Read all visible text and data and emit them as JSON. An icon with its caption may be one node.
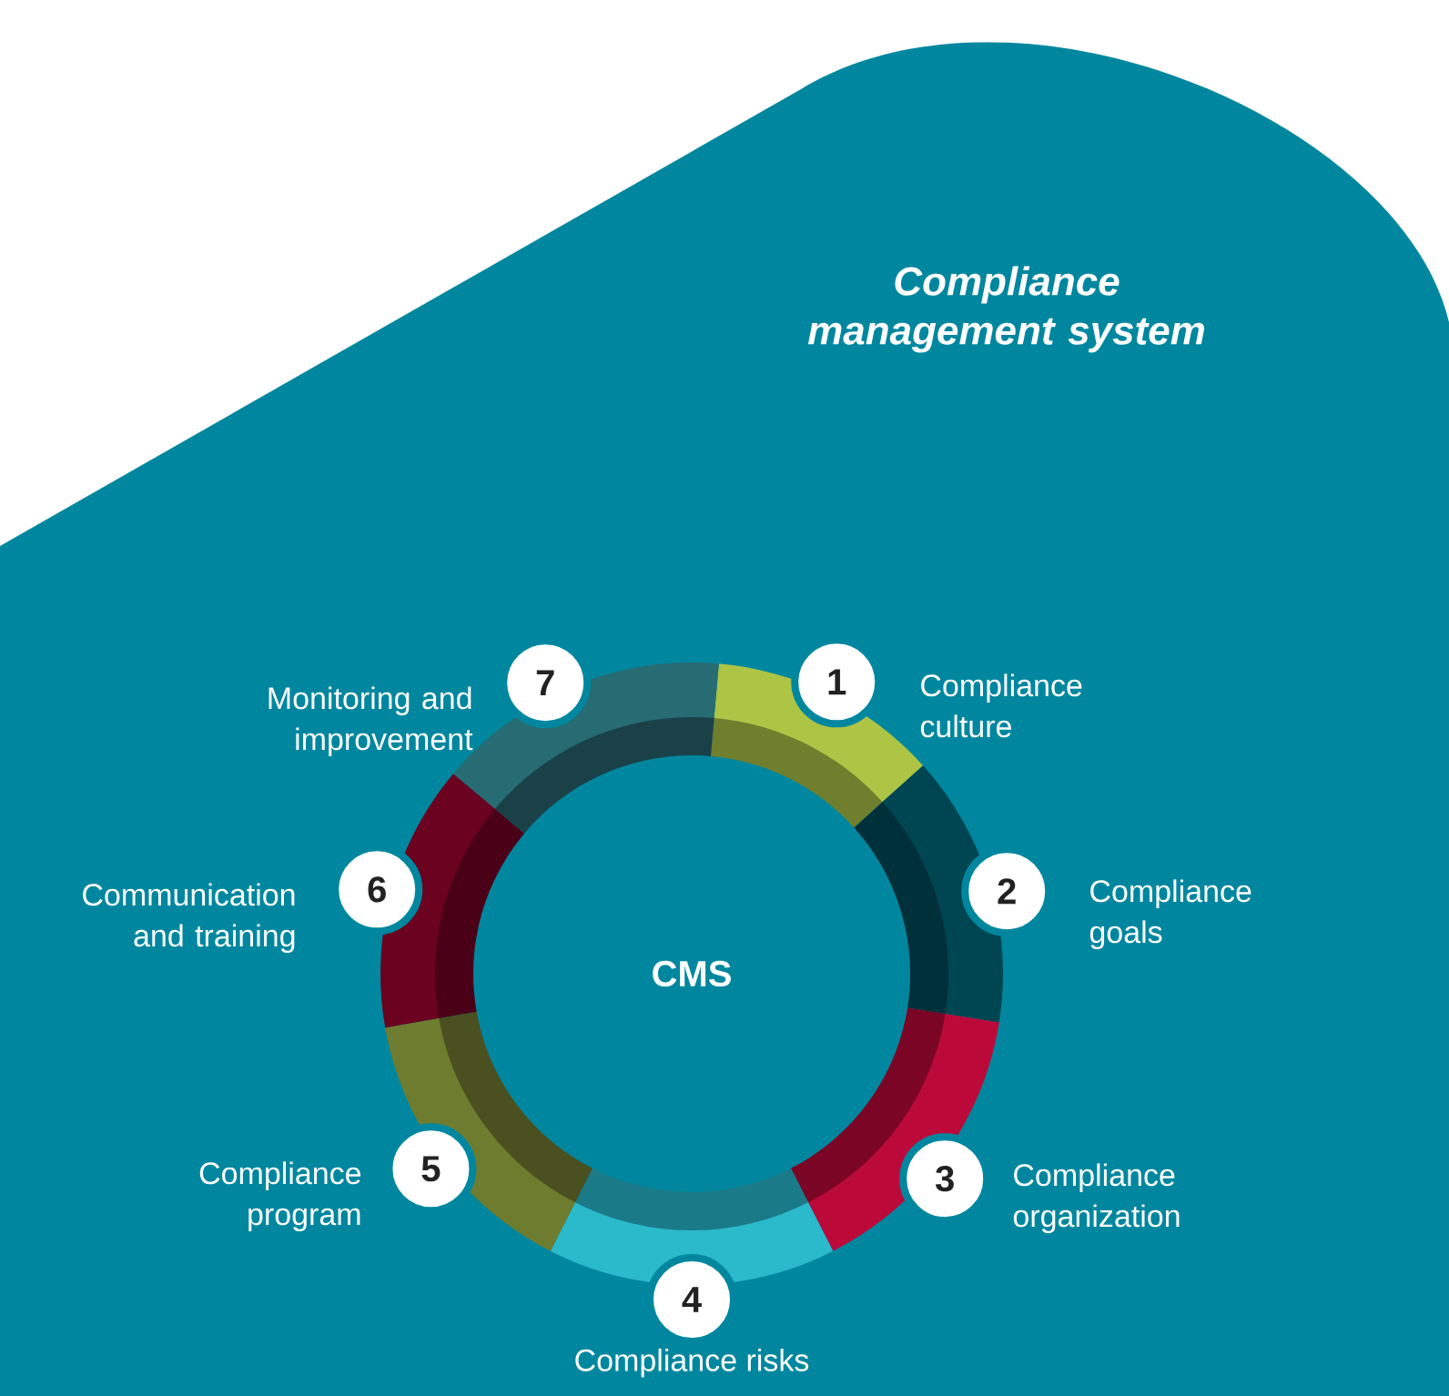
{
  "diagram": {
    "title": "Compliance management system",
    "nodes": [
      {
        "text": [
          "CMS"
        ]
      },
      {
        "text": [
          "1"
        ],
        "beside": [
          "Compliance culture"
        ]
      },
      {
        "text": [
          "2"
        ],
        "beside": [
          "Compliance goals"
        ]
      },
      {
        "text": [
          "3"
        ],
        "beside": [
          "Compliance organization"
        ]
      },
      {
        "text": [
          "4"
        ],
        "beside": [
          "Compliance risks"
        ]
      },
      {
        "text": [
          "5"
        ],
        "beside": [
          "Compliance program"
        ]
      },
      {
        "text": [
          "6"
        ],
        "beside": [
          "Communication and training"
        ]
      },
      {
        "text": [
          "7"
        ],
        "beside": [
          "Monitoring and improvement"
        ]
      }
    ]
  }
}
